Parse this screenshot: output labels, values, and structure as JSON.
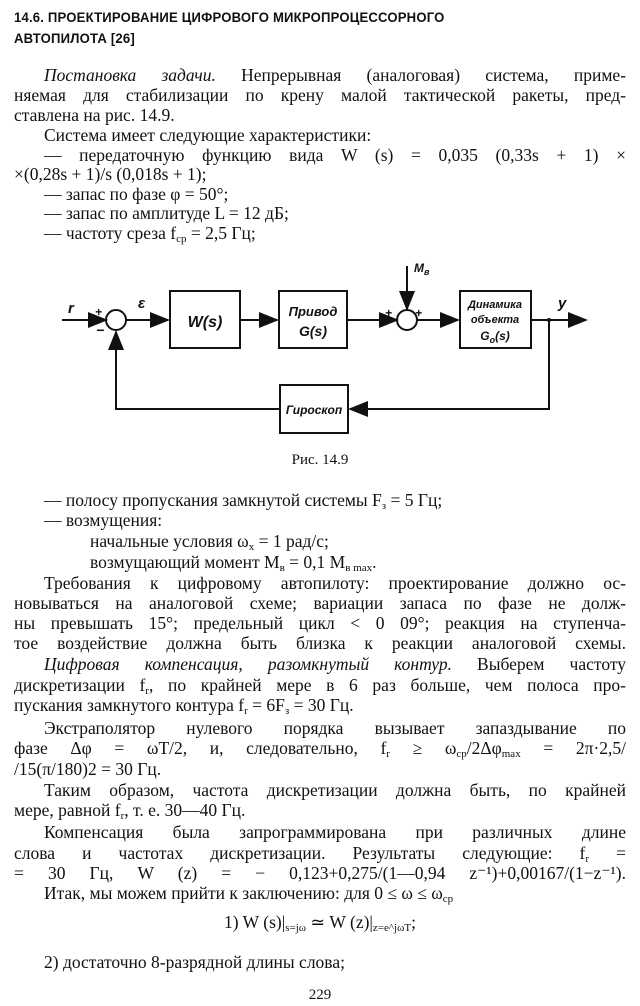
{
  "heading": {
    "line1": "14.6. ПРОЕКТИРОВАНИЕ ЦИФРОВОГО МИКРОПРОЦЕССОРНОГО",
    "line2": "АВТОПИЛОТА [26]"
  },
  "p1": {
    "italic": "Постановка задачи.",
    "l1": " Непрерывная (аналоговая) система, приме-",
    "l2": "няемая для стабилизации по крену малой тактической ракеты, пред-",
    "l3": "ставлена на рис. 14.9."
  },
  "p2": {
    "l1": "Система имеет следующие характеристики:",
    "l2": "— передаточную функцию вида W (s) = 0,035 (0,33s + 1) ×",
    "l3": "×(0,28s + 1)/s (0,018s + 1);",
    "l4": "— запас по фазе φ = 50°;",
    "l5": "— запас по амплитуде L = 12 дБ;",
    "l6a": "— частоту среза f",
    "l6sub": "ср",
    "l6b": " = 2,5 Гц;"
  },
  "figure": {
    "r": "r",
    "eps": "ε",
    "w": "W(s)",
    "drive1": "Привод",
    "drive2": "G(s)",
    "mv": "M",
    "mvsub": "в",
    "plant1": "Динамика",
    "plant2": "объекта",
    "plant3": "G",
    "plant3sub": "o",
    "plant3b": "(s)",
    "y": "y",
    "gyro": "Гироскоп",
    "plus": "+",
    "minus": "−",
    "caption": "Рис. 14.9"
  },
  "p3": {
    "l1a": "— полосу пропускания замкнутой системы F",
    "l1sub": "з",
    "l1b": " = 5 Гц;",
    "l2": "— возмущения:",
    "l3a": "начальные условия ω",
    "l3sub": "x",
    "l3b": " = 1 рад/с;",
    "l4a": "возмущающий момент M",
    "l4sub": "в",
    "l4b": " = 0,1 M",
    "l4sub2": "в max",
    "l4c": "."
  },
  "p4": {
    "l1": "Требования к цифровому автопилоту: проектирование должно ос-",
    "l2": "новываться на аналоговой схеме; вариации запаса по фазе не долж-",
    "l3": "ны превышать 15°; предельный цикл < 0 09°; реакция на ступенча-",
    "l4": "тое воздействие должна быть близка к реакции аналоговой схемы."
  },
  "p5": {
    "italic": "Цифровая компенсация, разомкнутый контур.",
    "l1": " Выберем частоту",
    "l2a": "дискретизации f",
    "l2sub": "r",
    "l2b": ", по крайней мере в 6 раз больше, чем полоса про-",
    "l3a": "пускания замкнутого контура f",
    "l3sub": "r",
    "l3b": " = 6F",
    "l3sub2": "з",
    "l3c": " = 30 Гц."
  },
  "p6": {
    "l1": "Экстраполятор нулевого порядка вызывает запаздывание по",
    "l2a": "фазе Δφ = ωT/2, и, следовательно, f",
    "l2sub": "r",
    "l2b": " ≥ ω",
    "l2sub2": "ср",
    "l2c": "/2Δφ",
    "l2sub3": "max",
    "l2d": " = 2π·2,5/",
    "l3": "/15(π/180)2 = 30 Гц."
  },
  "p7": {
    "l1": "Таким образом, частота дискретизации должна быть, по крайней",
    "l2a": "мере, равной f",
    "l2sub": "r",
    "l2b": ", т. е. 30—40 Гц."
  },
  "p8": {
    "l1": "Компенсация была запрограммирована при различных длине",
    "l2a": "слова и частотах дискретизации. Результаты следующие: f",
    "l2sub": "r",
    "l2b": " =",
    "l3": "= 30 Гц, W (z) = − 0,123+0,275/(1—0,94 z⁻¹)+0,00167/(1−z⁻¹)."
  },
  "p9": {
    "l1a": "Итак, мы можем прийти к заключению: для 0 ≤ ω ≤ ω",
    "l1sub": "ср",
    "f1a": "1) W (s)|",
    "f1sub": "s=jω",
    "f1b": " ≃ W (z)|",
    "f1sub2": "z=e^jωT",
    "f1c": ";",
    "l2": "2) достаточно 8-разрядной длины слова;"
  },
  "page_number": "229"
}
